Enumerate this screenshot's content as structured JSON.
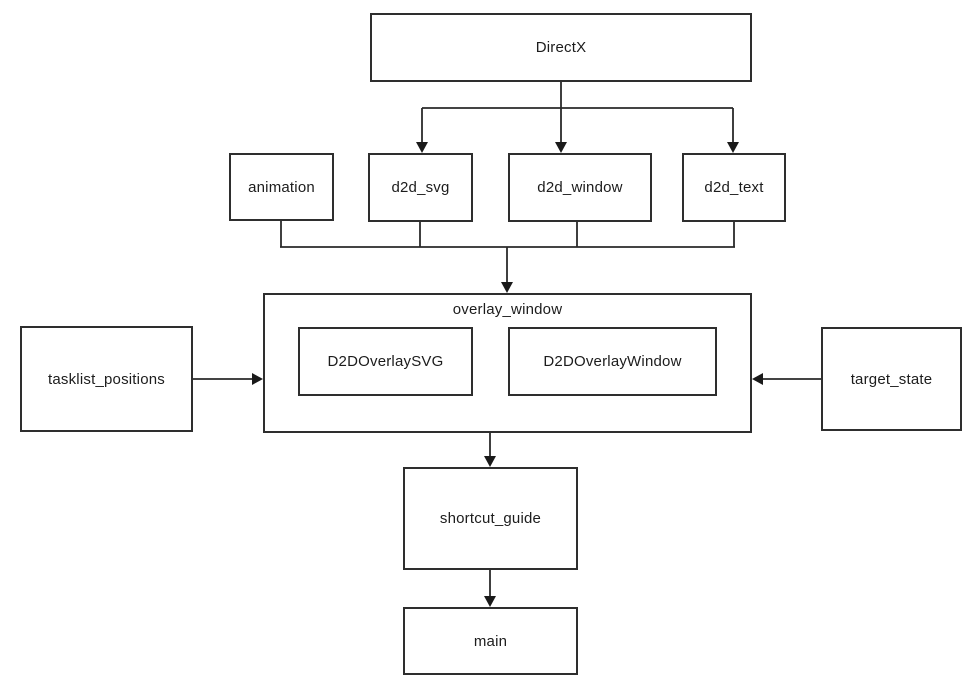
{
  "diagram": {
    "title": "module dependency flowchart",
    "colors": {
      "background": "#ffffff",
      "line": "#2a2a2a",
      "box_border": "#2e2e2e",
      "text": "#1c1c1c"
    },
    "nodes": {
      "directx": {
        "label": "DirectX"
      },
      "animation": {
        "label": "animation"
      },
      "d2d_svg": {
        "label": "d2d_svg"
      },
      "d2d_window": {
        "label": "d2d_window"
      },
      "d2d_text": {
        "label": "d2d_text"
      },
      "overlay_window": {
        "label": "overlay_window"
      },
      "d2d_overlay_svg": {
        "label": "D2DOverlaySVG"
      },
      "d2d_overlay_window": {
        "label": "D2DOverlayWindow"
      },
      "tasklist_positions": {
        "label": "tasklist_positions"
      },
      "target_state": {
        "label": "target_state"
      },
      "shortcut_guide": {
        "label": "shortcut_guide"
      },
      "main": {
        "label": "main"
      }
    },
    "containment": [
      {
        "parent": "overlay_window",
        "children": [
          "D2DOverlaySVG",
          "D2DOverlayWindow"
        ]
      }
    ],
    "edges": [
      {
        "from": "DirectX",
        "to": "d2d_svg"
      },
      {
        "from": "DirectX",
        "to": "d2d_window"
      },
      {
        "from": "DirectX",
        "to": "d2d_text"
      },
      {
        "from": "animation",
        "to": "overlay_window"
      },
      {
        "from": "d2d_svg",
        "to": "overlay_window"
      },
      {
        "from": "d2d_window",
        "to": "overlay_window"
      },
      {
        "from": "d2d_text",
        "to": "overlay_window"
      },
      {
        "from": "tasklist_positions",
        "to": "overlay_window"
      },
      {
        "from": "target_state",
        "to": "overlay_window"
      },
      {
        "from": "overlay_window",
        "to": "shortcut_guide"
      },
      {
        "from": "shortcut_guide",
        "to": "main"
      }
    ]
  }
}
